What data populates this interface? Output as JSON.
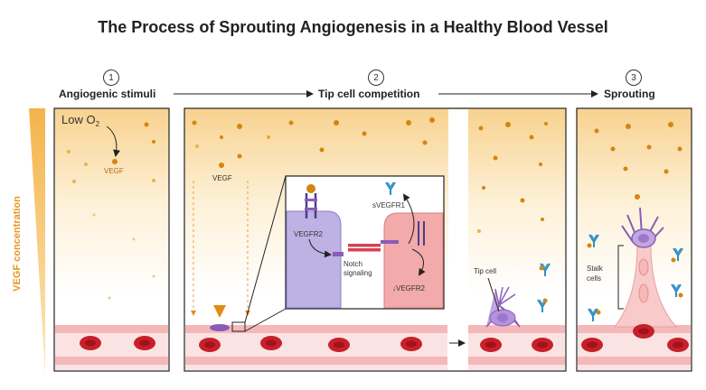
{
  "title": "The Process of Sprouting Angiogenesis in a Healthy Blood Vessel",
  "steps": [
    {
      "num": "1",
      "label": "Angiogenic stimuli"
    },
    {
      "num": "2",
      "label": "Tip cell competition"
    },
    {
      "num": "3",
      "label": "Sprouting"
    }
  ],
  "axis_label": "VEGF concentration",
  "panel1": {
    "low_o2_prefix": "Low O",
    "low_o2_sub": "2",
    "vegf": "VEGF"
  },
  "panel2": {
    "vegf": "VEGF"
  },
  "inset": {
    "vegfr2": "VEGFR2",
    "svegfr1": "sVEGFR1",
    "notch_line1": "Notch",
    "notch_line2": "signaling",
    "down_vegfr2": "↓VEGFR2"
  },
  "panel3": {
    "tip_cell": "Tip cell"
  },
  "panel4": {
    "stalk_line1": "Stalk",
    "stalk_line2": "cells"
  },
  "colors": {
    "vegf_dot": "#d4860f",
    "gradient_top": "#f8cf87",
    "vessel_wall": "#f4b8b8",
    "rbc": "#c8202a",
    "purple_cell": "#b9a7dd",
    "pink_cell": "#f1a9a9",
    "orange_arrow": "#e58a16",
    "receptor_blue": "#2f8fc4"
  }
}
